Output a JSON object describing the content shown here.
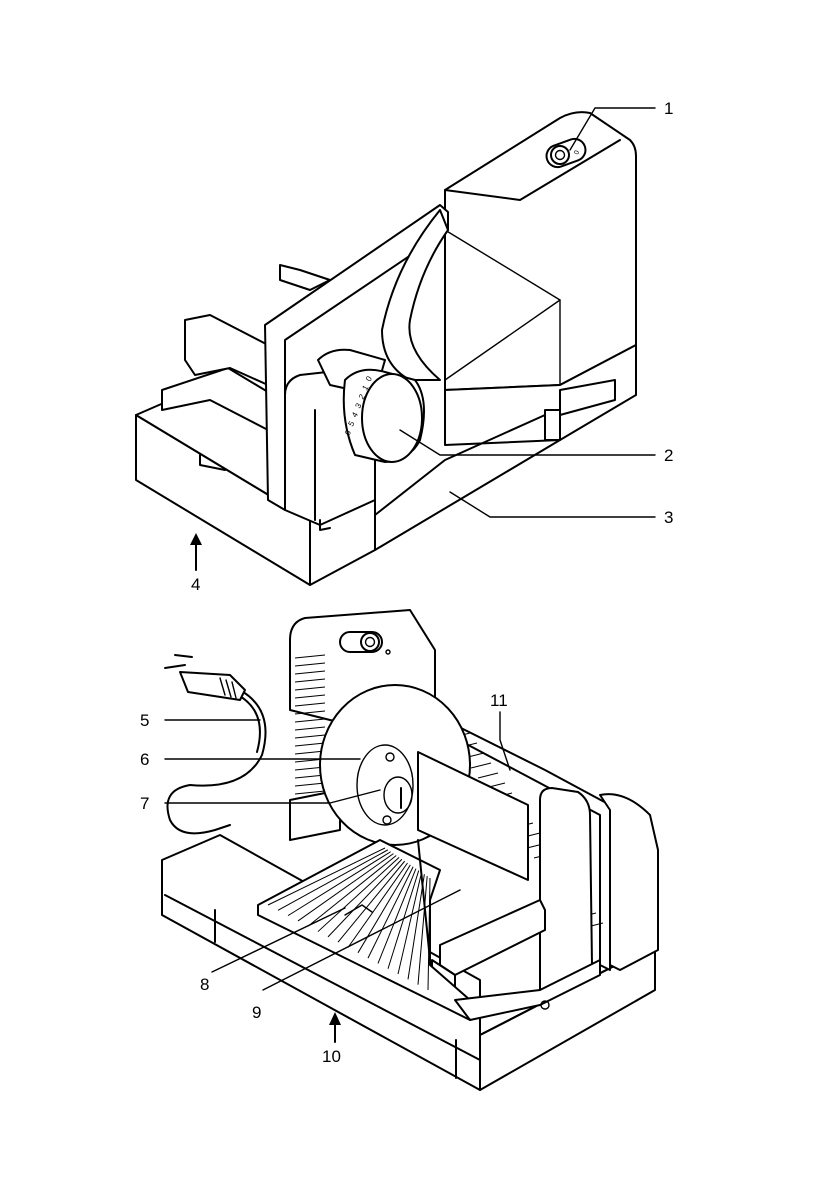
{
  "callouts": {
    "c1": "1",
    "c2": "2",
    "c3": "3",
    "c4": "4",
    "c5": "5",
    "c6": "6",
    "c7": "7",
    "c8": "8",
    "c9": "9",
    "c10": "10",
    "c11": "11"
  },
  "dial_scale": [
    "0",
    "1",
    "2",
    "3",
    "4",
    "5",
    "6"
  ]
}
